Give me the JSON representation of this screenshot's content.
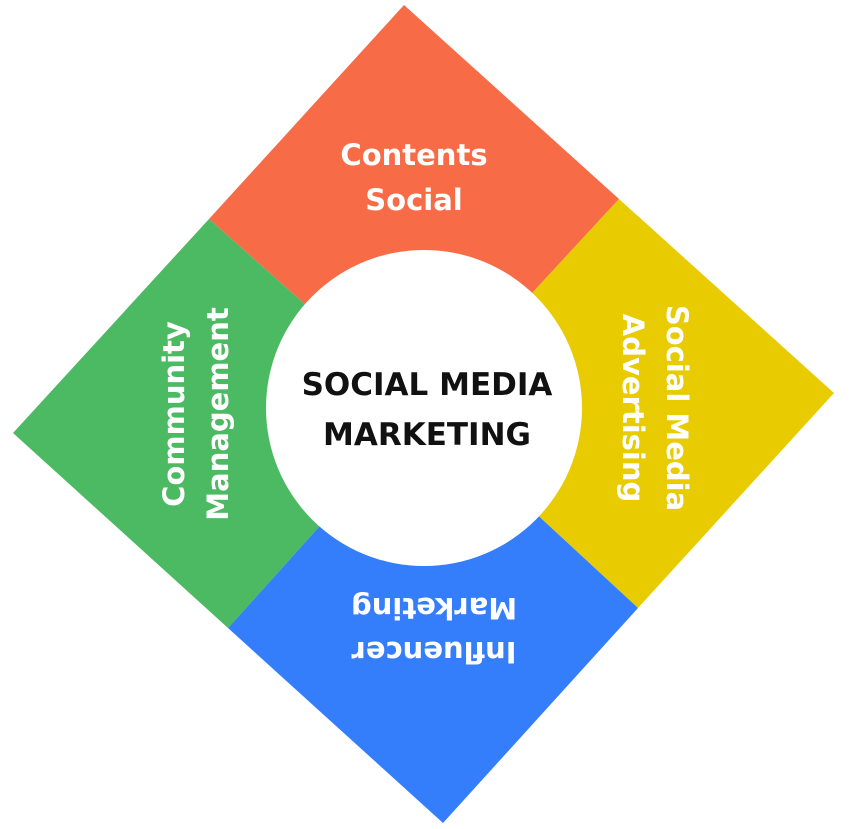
{
  "diagram": {
    "title": "SOCIAL MEDIA MARKETING",
    "center": {
      "line1": "SOCIAL MEDIA",
      "line2": "MARKETING",
      "fill": "#FFFFFF",
      "text_color": "#111111"
    },
    "segments": [
      {
        "id": "top",
        "line1": "Contents",
        "line2": "Social",
        "color": "#F76B47",
        "text_rotation": 0
      },
      {
        "id": "right",
        "line1": "Social Media",
        "line2": "Advertising",
        "color": "#E8CB00",
        "text_rotation": 90
      },
      {
        "id": "bottom",
        "line1": "Influencer",
        "line2": "Marketing",
        "color": "#347DFB",
        "text_rotation": 180
      },
      {
        "id": "left",
        "line1": "Community",
        "line2": "Management",
        "color": "#4CB963",
        "text_rotation": -90
      }
    ]
  }
}
